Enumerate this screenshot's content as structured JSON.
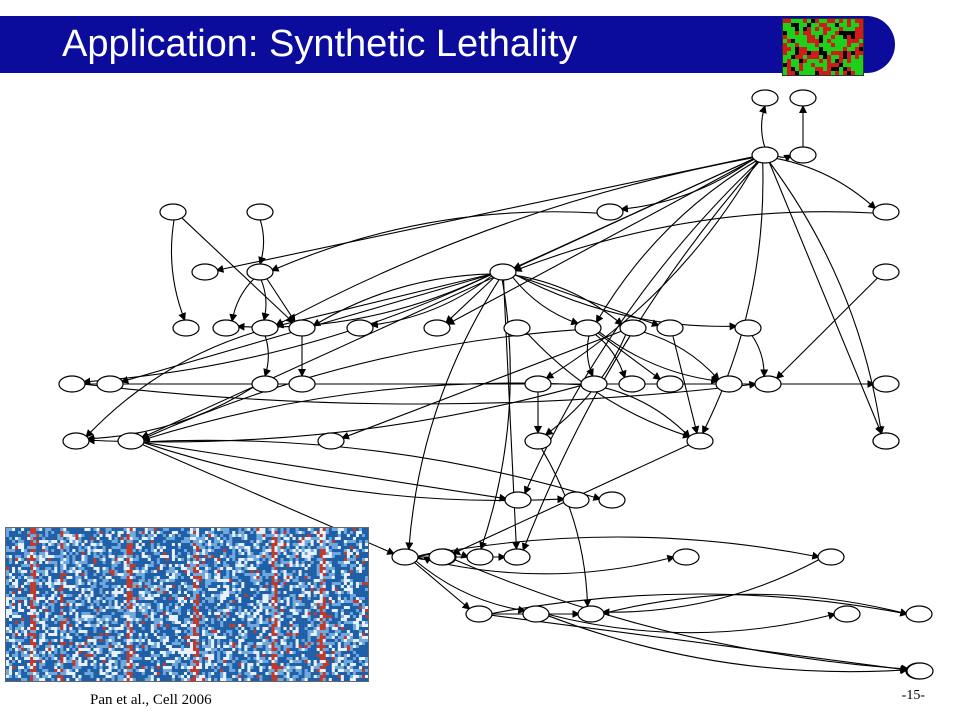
{
  "slide": {
    "title": "Application: Synthetic Lethality",
    "citation": "Pan et al., Cell 2006",
    "page_number": "-15-"
  },
  "colors": {
    "title_bar": "#0b0b9c",
    "title_text": "#ffffff",
    "edge": "#000000",
    "node_fill": "#ffffff",
    "heatmap_red": "#c0392b",
    "heatmap_blue": "#1f5fa8",
    "thumb_green": "#1bd11b",
    "thumb_red": "#d11b1b"
  },
  "network": {
    "nodes": [
      {
        "id": "n1"
      },
      {
        "id": "n2"
      },
      {
        "id": "n3"
      },
      {
        "id": "n4"
      },
      {
        "id": "n5"
      },
      {
        "id": "n6"
      },
      {
        "id": "n7"
      },
      {
        "id": "n8"
      },
      {
        "id": "n9"
      },
      {
        "id": "n10"
      },
      {
        "id": "n11"
      },
      {
        "id": "n12"
      },
      {
        "id": "n13"
      },
      {
        "id": "n14"
      },
      {
        "id": "n15"
      },
      {
        "id": "n16"
      },
      {
        "id": "n17"
      },
      {
        "id": "n18"
      },
      {
        "id": "n19"
      },
      {
        "id": "n20"
      },
      {
        "id": "n21"
      },
      {
        "id": "n22"
      },
      {
        "id": "n23"
      },
      {
        "id": "n24"
      },
      {
        "id": "n25"
      },
      {
        "id": "n26"
      },
      {
        "id": "n27"
      },
      {
        "id": "n28"
      },
      {
        "id": "n29"
      },
      {
        "id": "n30"
      },
      {
        "id": "n31"
      },
      {
        "id": "n32"
      },
      {
        "id": "n33"
      },
      {
        "id": "n34"
      },
      {
        "id": "n35"
      },
      {
        "id": "n36"
      },
      {
        "id": "n37"
      },
      {
        "id": "n38"
      },
      {
        "id": "n39"
      },
      {
        "id": "n40"
      },
      {
        "id": "n41"
      },
      {
        "id": "n42"
      },
      {
        "id": "n43"
      },
      {
        "id": "n44"
      },
      {
        "id": "n45"
      },
      {
        "id": "n46"
      },
      {
        "id": "n47"
      },
      {
        "id": "n48"
      },
      {
        "id": "n49"
      },
      {
        "id": "n50"
      },
      {
        "id": "n51"
      },
      {
        "id": "n52"
      },
      {
        "id": "n53"
      },
      {
        "id": "n54"
      },
      {
        "id": "n55"
      },
      {
        "id": "n56"
      },
      {
        "id": "n57"
      },
      {
        "id": "n58"
      },
      {
        "id": "n59"
      },
      {
        "id": "n60"
      }
    ],
    "edges": [
      [
        "n3",
        "n1"
      ],
      [
        "n4",
        "n2"
      ],
      [
        "n3",
        "n4"
      ],
      [
        "n3",
        "n7"
      ],
      [
        "n3",
        "n10"
      ],
      [
        "n3",
        "n15"
      ],
      [
        "n3",
        "n8"
      ],
      [
        "n3",
        "n18"
      ],
      [
        "n3",
        "n20"
      ],
      [
        "n3",
        "n28"
      ],
      [
        "n3",
        "n36"
      ],
      [
        "n3",
        "n41"
      ],
      [
        "n3",
        "n39"
      ],
      [
        "n3",
        "n9"
      ],
      [
        "n3",
        "n47"
      ],
      [
        "n3",
        "n40"
      ],
      [
        "n3",
        "n58"
      ],
      [
        "n5",
        "n13"
      ],
      [
        "n6",
        "n11"
      ],
      [
        "n5",
        "n16"
      ],
      [
        "n11",
        "n14"
      ],
      [
        "n11",
        "n15"
      ],
      [
        "n11",
        "n16"
      ],
      [
        "n7",
        "n11"
      ],
      [
        "n10",
        "n14"
      ],
      [
        "n10",
        "n15"
      ],
      [
        "n10",
        "n16"
      ],
      [
        "n10",
        "n17"
      ],
      [
        "n10",
        "n18"
      ],
      [
        "n10",
        "n20"
      ],
      [
        "n10",
        "n21"
      ],
      [
        "n10",
        "n22"
      ],
      [
        "n10",
        "n23"
      ],
      [
        "n10",
        "n24"
      ],
      [
        "n10",
        "n25"
      ],
      [
        "n10",
        "n44"
      ],
      [
        "n10",
        "n46"
      ],
      [
        "n10",
        "n47"
      ],
      [
        "n8",
        "n10"
      ],
      [
        "n15",
        "n26"
      ],
      [
        "n16",
        "n27"
      ],
      [
        "n15",
        "n35"
      ],
      [
        "n26",
        "n35"
      ],
      [
        "n12",
        "n33"
      ],
      [
        "n24",
        "n33"
      ],
      [
        "n23",
        "n33"
      ],
      [
        "n24",
        "n34"
      ],
      [
        "n20",
        "n29"
      ],
      [
        "n20",
        "n30"
      ],
      [
        "n20",
        "n31"
      ],
      [
        "n20",
        "n32"
      ],
      [
        "n21",
        "n32"
      ],
      [
        "n21",
        "n37"
      ],
      [
        "n20",
        "n36"
      ],
      [
        "n21",
        "n38"
      ],
      [
        "n28",
        "n38"
      ],
      [
        "n29",
        "n36"
      ],
      [
        "n29",
        "n35"
      ],
      [
        "n36",
        "n41"
      ],
      [
        "n36",
        "n42"
      ],
      [
        "n36",
        "n43"
      ],
      [
        "n36",
        "n44"
      ],
      [
        "n44",
        "n45"
      ],
      [
        "n44",
        "n46"
      ],
      [
        "n44",
        "n47"
      ],
      [
        "n44",
        "n48"
      ],
      [
        "n44",
        "n49"
      ],
      [
        "n44",
        "n50"
      ],
      [
        "n44",
        "n51"
      ],
      [
        "n49",
        "n52"
      ],
      [
        "n50",
        "n52"
      ],
      [
        "n51",
        "n53"
      ],
      [
        "n50",
        "n54"
      ],
      [
        "n50",
        "n55"
      ],
      [
        "n51",
        "n55"
      ],
      [
        "n52",
        "n54"
      ],
      [
        "n39",
        "n56"
      ],
      [
        "n56",
        "n57"
      ],
      [
        "n29",
        "n39"
      ],
      [
        "n22",
        "n39"
      ],
      [
        "n19",
        "n39"
      ],
      [
        "n38",
        "n52"
      ]
    ]
  }
}
